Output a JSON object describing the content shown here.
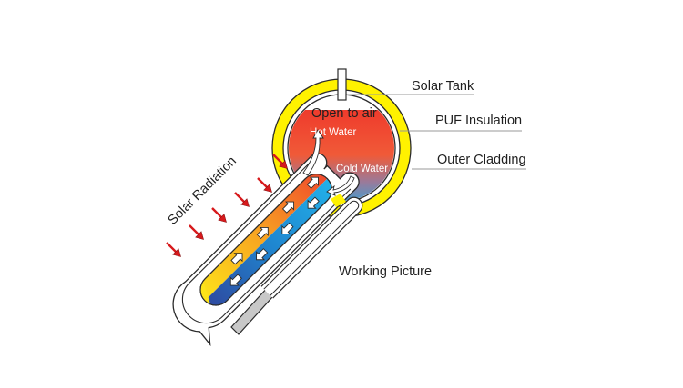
{
  "diagram": {
    "title": "Working Picture",
    "labels": {
      "solar_tank": "Solar Tank",
      "puf_insulation": "PUF Insulation",
      "outer_cladding": "Outer Cladding",
      "open_to_air": "Open to air",
      "hot_water": "Hot Water",
      "cold_water": "Cold Water",
      "solar_radiation": "Solar Radiation",
      "working_picture": "Working Picture"
    },
    "colors": {
      "cladding_yellow": "#fff200",
      "hot_water": "#ef3b2c",
      "hot_water_mid": "#f06a3a",
      "cold_water": "#29a8e0",
      "tube_yellow": "#fde31a",
      "tube_orange": "#f47c20",
      "tube_blue_light": "#1fa3e0",
      "tube_blue_dark": "#2e4aa0",
      "radiation_arrow": "#d7191c",
      "reflector_gray": "#c8c8c8",
      "outline": "#2b2b2b"
    },
    "radiation_arrow_count": 6,
    "flow_arrows": {
      "up_count": 4,
      "down_count": 4
    }
  }
}
